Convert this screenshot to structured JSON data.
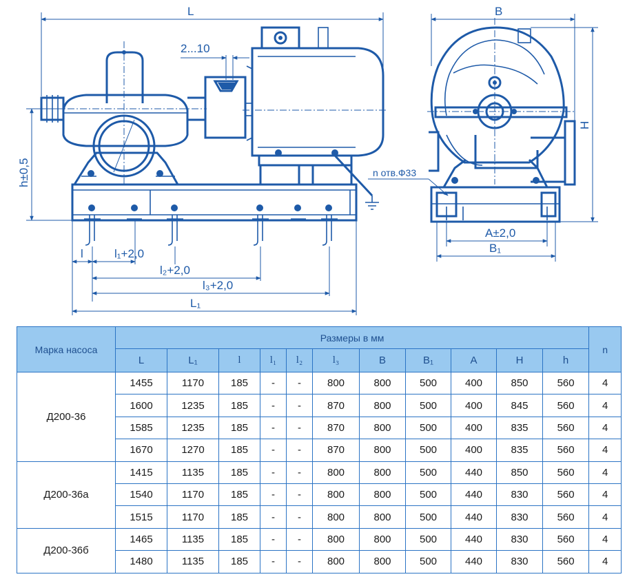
{
  "drawing": {
    "labels": {
      "L": "L",
      "B": "B",
      "H": "H",
      "h": "h±0,5",
      "gap": "2...10",
      "holes": "n отв.Ф33",
      "l": "l",
      "l1": "l₁+2,0",
      "l2": "l₂+2,0",
      "l3": "l₃+2,0",
      "L1": "L₁",
      "A": "A±2,0",
      "B1": "B₁"
    }
  },
  "table": {
    "brand_header": "Марка насоса",
    "group_header": "Размеры в мм",
    "n_header": "n",
    "columns": [
      "L",
      "L₁",
      "l",
      "l₁",
      "l₂",
      "l₃",
      "B",
      "B₁",
      "A",
      "H",
      "h"
    ],
    "groups": [
      {
        "brand": "Д200-36",
        "rows": [
          [
            "1455",
            "1170",
            "185",
            "-",
            "-",
            "800",
            "800",
            "500",
            "400",
            "850",
            "560",
            "4"
          ],
          [
            "1600",
            "1235",
            "185",
            "-",
            "-",
            "870",
            "800",
            "500",
            "400",
            "845",
            "560",
            "4"
          ],
          [
            "1585",
            "1235",
            "185",
            "-",
            "-",
            "870",
            "800",
            "500",
            "400",
            "835",
            "560",
            "4"
          ],
          [
            "1670",
            "1270",
            "185",
            "-",
            "-",
            "870",
            "800",
            "500",
            "400",
            "835",
            "560",
            "4"
          ]
        ]
      },
      {
        "brand": "Д200-36а",
        "rows": [
          [
            "1415",
            "1135",
            "185",
            "-",
            "-",
            "800",
            "800",
            "500",
            "440",
            "850",
            "560",
            "4"
          ],
          [
            "1540",
            "1170",
            "185",
            "-",
            "-",
            "800",
            "800",
            "500",
            "440",
            "830",
            "560",
            "4"
          ],
          [
            "1515",
            "1170",
            "185",
            "-",
            "-",
            "800",
            "800",
            "500",
            "440",
            "830",
            "560",
            "4"
          ]
        ]
      },
      {
        "brand": "Д200-36б",
        "rows": [
          [
            "1465",
            "1135",
            "185",
            "-",
            "-",
            "800",
            "800",
            "500",
            "440",
            "830",
            "560",
            "4"
          ],
          [
            "1480",
            "1135",
            "185",
            "-",
            "-",
            "800",
            "800",
            "500",
            "440",
            "830",
            "560",
            "4"
          ]
        ]
      }
    ]
  },
  "colors": {
    "line": "#1e5aa8",
    "header_fill": "#99c9f0",
    "grid": "#2a73c4"
  }
}
